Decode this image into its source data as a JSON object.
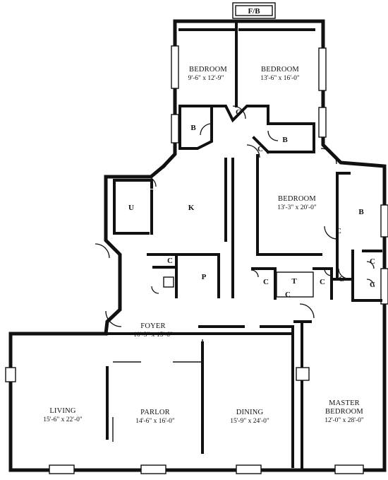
{
  "fireplace_label": "F/B",
  "rooms": {
    "bedroom_nw": {
      "name": "BEDROOM",
      "dims": "9'-6\" x 12'-9\""
    },
    "bedroom_ne": {
      "name": "BEDROOM",
      "dims": "13'-6\" x 16'-0\""
    },
    "bedroom_e": {
      "name": "BEDROOM",
      "dims": "13'-3\" x 20'-0\""
    },
    "foyer": {
      "name": "FOYER",
      "dims": "10'-3\" x 15'-6\""
    },
    "living": {
      "name": "LIVING",
      "dims": "15'-6\" x 22'-0\""
    },
    "parlor": {
      "name": "PARLOR",
      "dims": "14'-6\" x 16'-0\""
    },
    "dining": {
      "name": "DINING",
      "dims": "15'-9\" x 24'-0\""
    },
    "master": {
      "name_line1": "MASTER",
      "name_line2": "BEDROOM",
      "dims": "12'-0\" x 28'-0\""
    }
  },
  "codes": {
    "utility": "U",
    "kitchen": "K",
    "pantry": "P",
    "tub": "T",
    "bath_nw": "B",
    "bath_n": "B",
    "bath_e": "B",
    "closet_1": "C",
    "closet_2": "C",
    "closet_3": "C",
    "closet_4": "C",
    "closet_5": "C",
    "closet_6": "C",
    "closet_7": "C",
    "closet_8": "C",
    "closet_9": "C",
    "closet_10": "C"
  }
}
